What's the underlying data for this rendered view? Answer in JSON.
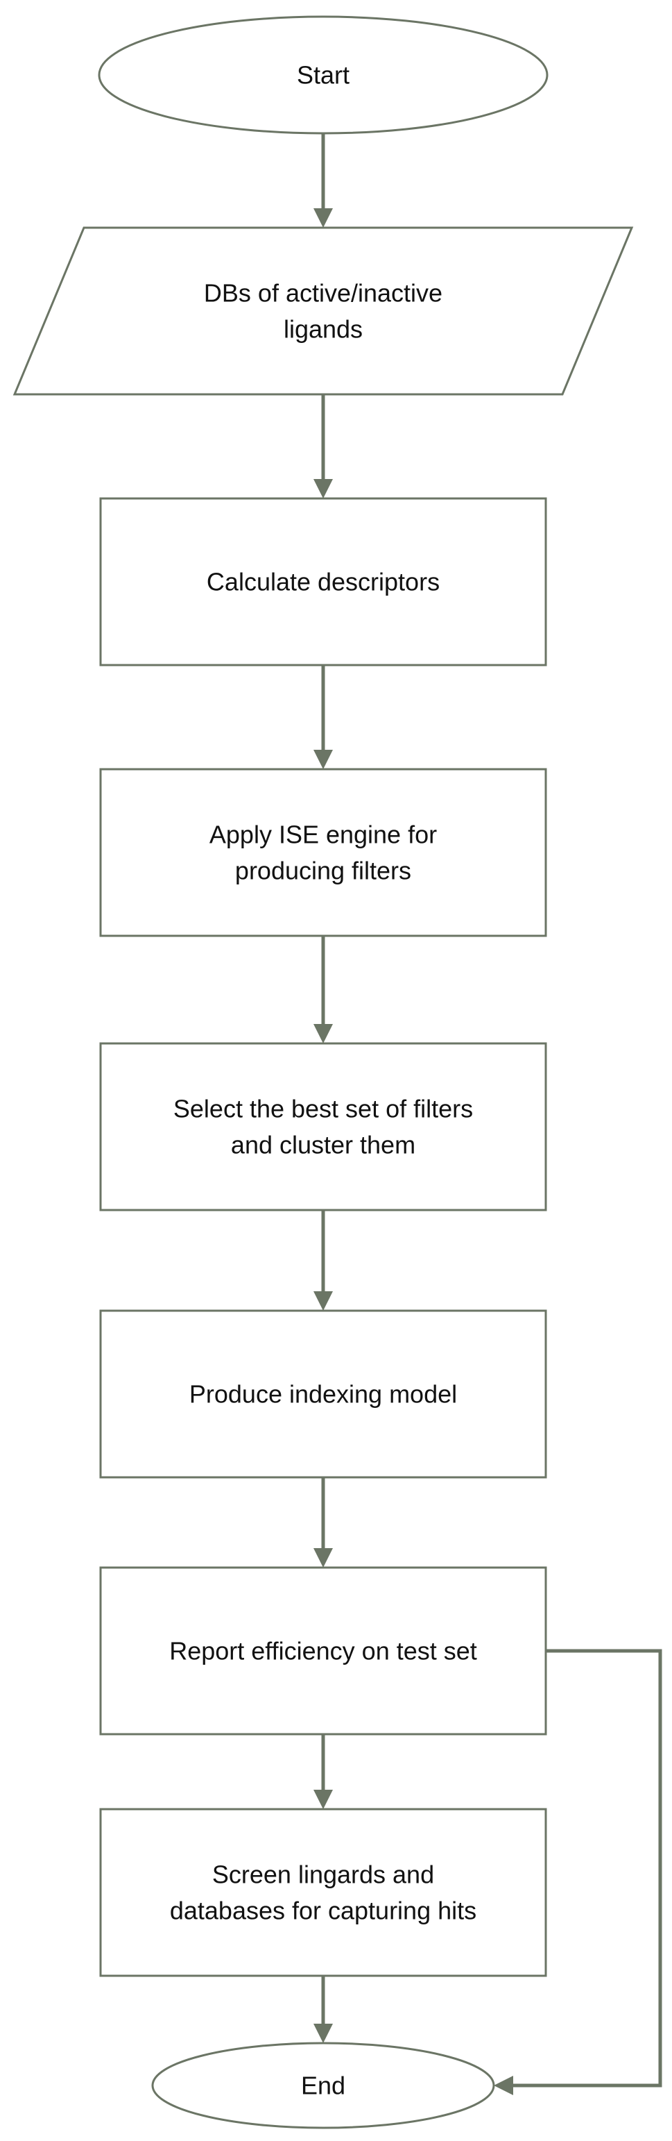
{
  "diagram": {
    "type": "flowchart",
    "colors": {
      "stroke": "#6b7565",
      "text": "#111111",
      "fill": "#ffffff"
    },
    "nodes": [
      {
        "id": "start",
        "shape": "ellipse",
        "lines": [
          "Start"
        ]
      },
      {
        "id": "input-dbs",
        "shape": "parallelogram",
        "lines": [
          "DBs of active/inactive",
          "ligands"
        ]
      },
      {
        "id": "calc-descriptors",
        "shape": "rectangle",
        "lines": [
          "Calculate descriptors"
        ]
      },
      {
        "id": "apply-ise",
        "shape": "rectangle",
        "lines": [
          "Apply ISE engine for",
          "producing filters"
        ]
      },
      {
        "id": "select-filters",
        "shape": "rectangle",
        "lines": [
          "Select the best set of filters",
          "and cluster them"
        ]
      },
      {
        "id": "produce-model",
        "shape": "rectangle",
        "lines": [
          "Produce indexing model"
        ]
      },
      {
        "id": "report-efficiency",
        "shape": "rectangle",
        "lines": [
          "Report efficiency on test set"
        ]
      },
      {
        "id": "screen-databases",
        "shape": "rectangle",
        "lines": [
          "Screen lingards and",
          "databases for capturing hits"
        ]
      },
      {
        "id": "end",
        "shape": "ellipse",
        "lines": [
          "End"
        ]
      }
    ],
    "edges": [
      {
        "from": "start",
        "to": "input-dbs"
      },
      {
        "from": "input-dbs",
        "to": "calc-descriptors"
      },
      {
        "from": "calc-descriptors",
        "to": "apply-ise"
      },
      {
        "from": "apply-ise",
        "to": "select-filters"
      },
      {
        "from": "select-filters",
        "to": "produce-model"
      },
      {
        "from": "produce-model",
        "to": "report-efficiency"
      },
      {
        "from": "report-efficiency",
        "to": "screen-databases"
      },
      {
        "from": "screen-databases",
        "to": "end"
      },
      {
        "from": "report-efficiency",
        "to": "end",
        "route": "right-side-bypass"
      }
    ]
  }
}
